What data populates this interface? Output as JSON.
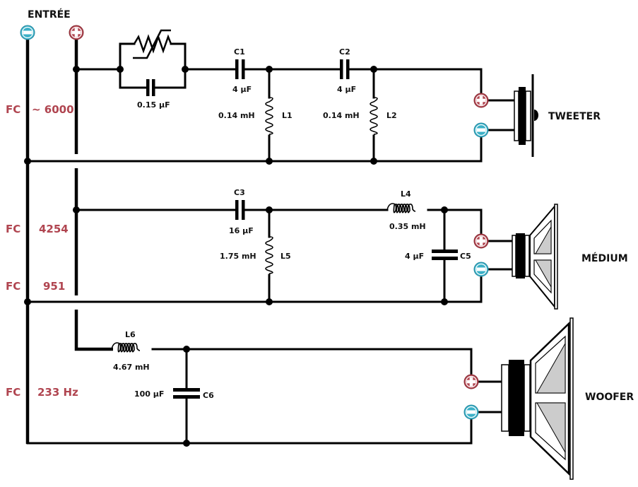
{
  "title": "ENTRÉE",
  "colors": {
    "positive_terminal": "#b04550",
    "negative_terminal": "#3bb0c7",
    "fc_text": "#b04550",
    "cone_fill": "#cccccc"
  },
  "input_terminals": [
    {
      "polarity": "negative",
      "symbol": "−"
    },
    {
      "polarity": "positive",
      "symbol": "+"
    }
  ],
  "cutoff_frequencies": [
    {
      "label": "FC",
      "value": "~ 6000"
    },
    {
      "label": "FC",
      "value": "4254"
    },
    {
      "label": "FC",
      "value": "951"
    },
    {
      "label": "FC",
      "value": "233 Hz"
    }
  ],
  "tweeter_section": {
    "speaker_label": "TWEETER",
    "ptc_bypass_capacitor": "0.15 µF",
    "components": [
      {
        "name": "C1",
        "value": "4 µF"
      },
      {
        "name": "L1",
        "value": "0.14 mH"
      },
      {
        "name": "C2",
        "value": "4 µF"
      },
      {
        "name": "L2",
        "value": "0.14 mH"
      }
    ]
  },
  "medium_section": {
    "speaker_label": "MÉDIUM",
    "components": [
      {
        "name": "C3",
        "value": "16 µF"
      },
      {
        "name": "L5",
        "value": "1.75 mH"
      },
      {
        "name": "L4",
        "value": "0.35 mH"
      },
      {
        "name": "C5",
        "value": "4 µF"
      }
    ]
  },
  "woofer_section": {
    "speaker_label": "WOOFER",
    "components": [
      {
        "name": "L6",
        "value": "4.67 mH"
      },
      {
        "name": "C6",
        "value": "100 µF"
      }
    ]
  }
}
